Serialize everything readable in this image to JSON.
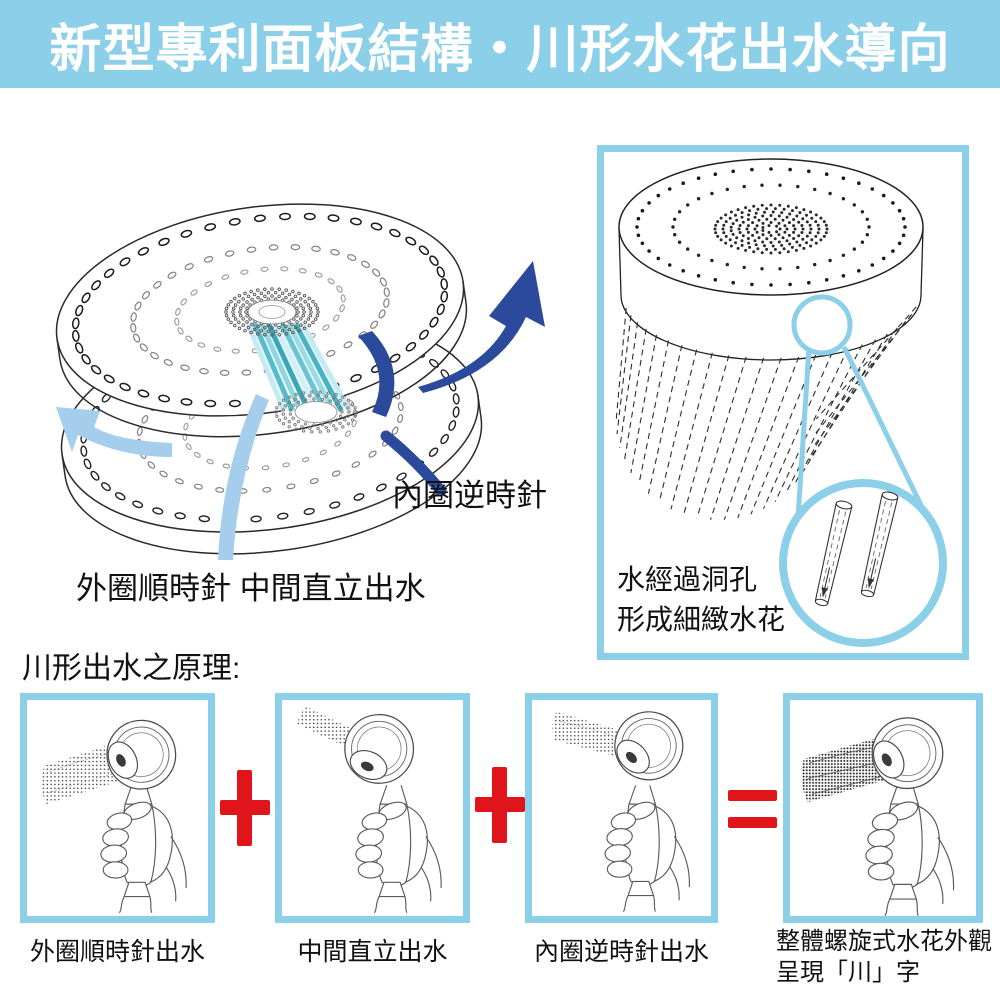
{
  "colors": {
    "accent_blue": "#8CCFE8",
    "dark_blue": "#2B4A9C",
    "soft_blue": "#A5CDEC",
    "red": "#E0151C",
    "teal_stripe": "#4FB8C8"
  },
  "header": {
    "title": "新型專利面板結構・川形水花出水導向"
  },
  "left_diagram": {
    "inner_ring_label": "內圈逆時針",
    "outer_ring_label": "外圈順時針 中間直立出水"
  },
  "right_panel": {
    "caption_lines": [
      "水經過洞孔",
      "形成細緻水花"
    ]
  },
  "principle": {
    "heading": "川形出水之原理:"
  },
  "sequence": {
    "operators": [
      "+",
      "+",
      "="
    ],
    "steps": [
      {
        "caption": "外圈順時針出水"
      },
      {
        "caption": "中間直立出水"
      },
      {
        "caption": "內圈逆時針出水"
      },
      {
        "caption": "整體螺旋式水花外觀",
        "caption2": "呈現「川」字"
      }
    ]
  }
}
